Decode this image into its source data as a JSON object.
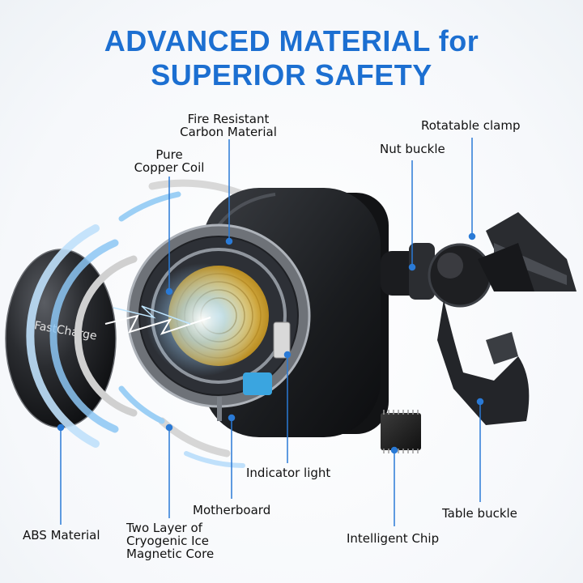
{
  "title": {
    "line1": "ADVANCED MATERIAL for",
    "line2": "SUPERIOR SAFETY"
  },
  "plate": {
    "brand": "FastCharge"
  },
  "labels": {
    "fire_resistant_1": "Fire Resistant",
    "fire_resistant_2": "Carbon Material",
    "pure_copper_1": "Pure",
    "pure_copper_2": "Copper Coil",
    "nut_buckle": "Nut buckle",
    "rotatable_clamp": "Rotatable clamp",
    "indicator_light": "Indicator light",
    "motherboard": "Motherboard",
    "table_buckle": "Table buckle",
    "abs_material": "ABS Material",
    "two_layer_1": "Two Layer of",
    "two_layer_2": "Cryogenic Ice",
    "two_layer_3": "Magnetic Core",
    "intelligent_chip": "Intelligent Chip"
  },
  "colors": {
    "title": "#1c6fd1",
    "leader": "#2a7ad6",
    "body": "#1d1f23",
    "coil": "#e7c25a",
    "arc": "#6fb6ef"
  }
}
